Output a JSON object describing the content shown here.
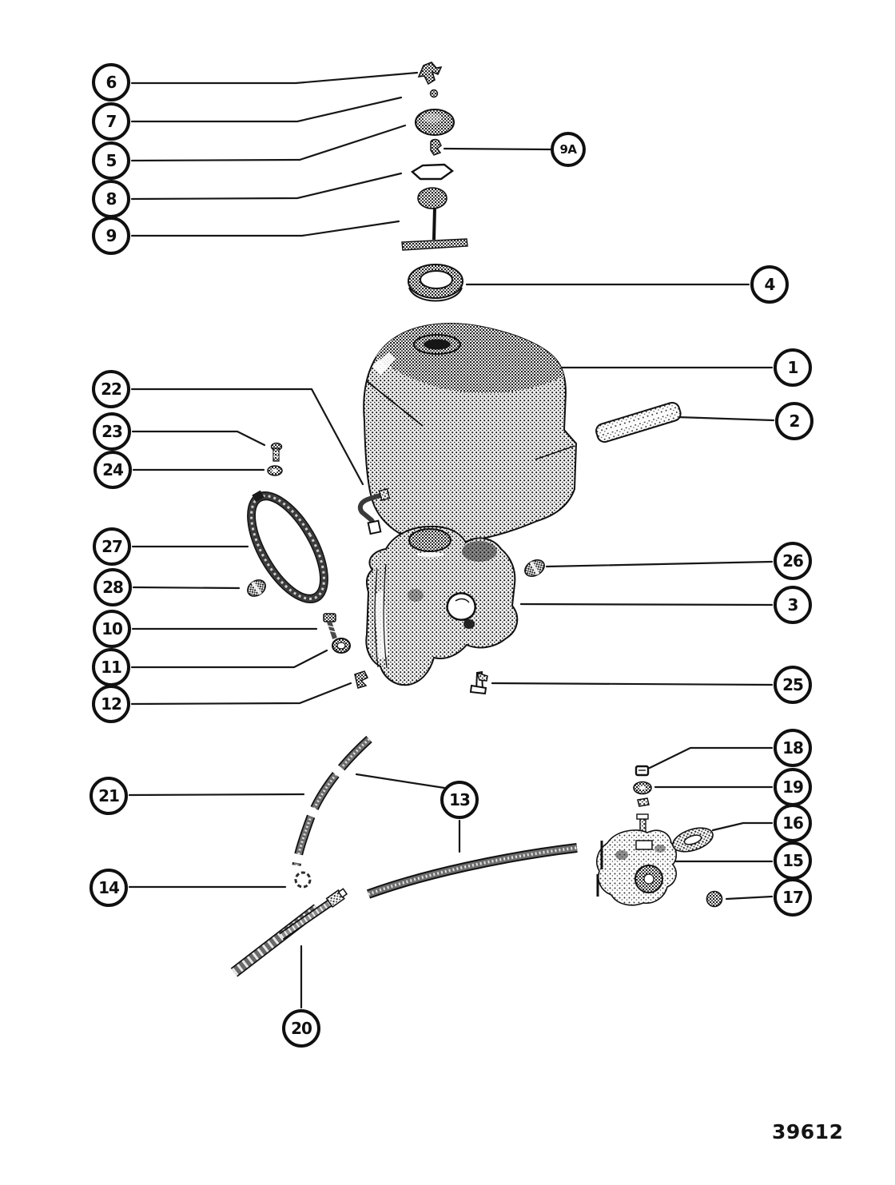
{
  "drawing": {
    "number": "39612"
  },
  "callouts": {
    "c1": "1",
    "c2": "2",
    "c3": "3",
    "c4": "4",
    "c5": "5",
    "c6": "6",
    "c7": "7",
    "c8": "8",
    "c9": "9",
    "c9a": "9A",
    "c10": "10",
    "c11": "11",
    "c12": "12",
    "c13": "13",
    "c14": "14",
    "c15": "15",
    "c16": "16",
    "c17": "17",
    "c18": "18",
    "c19": "19",
    "c20": "20",
    "c21": "21",
    "c22": "22",
    "c23": "23",
    "c24": "24",
    "c25": "25",
    "c26": "26",
    "c27": "27",
    "c28": "28"
  }
}
